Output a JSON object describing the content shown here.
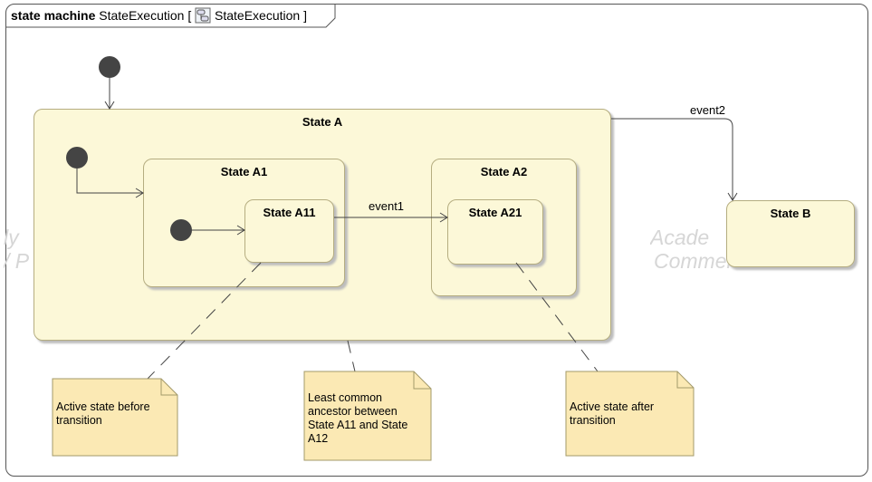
{
  "frame": {
    "keyword_state": "state",
    "keyword_machine": "machine",
    "name": "StateExecution [",
    "ref": "StateExecution ]",
    "icon": "state-machine-icon"
  },
  "watermarks": {
    "left_top": "ly",
    "left_bottom": "/ P",
    "right_top": "Acade",
    "right_bottom": "Commercial Develc"
  },
  "states": {
    "a": "State A",
    "a1": "State A1",
    "a11": "State A11",
    "a2": "State A2",
    "a21": "State A21",
    "b": "State B"
  },
  "transitions": {
    "event1": "event1",
    "event2": "event2"
  },
  "notes": {
    "before": "Active state before\ntransition",
    "ancestor": "Least common\nancestor between\nState A11 and State\nA12",
    "after": "Active state after\ntransition"
  },
  "colors": {
    "state_fill": "#fcf8d8",
    "note_fill": "#fbe9b4",
    "pseudostate": "#444444"
  }
}
